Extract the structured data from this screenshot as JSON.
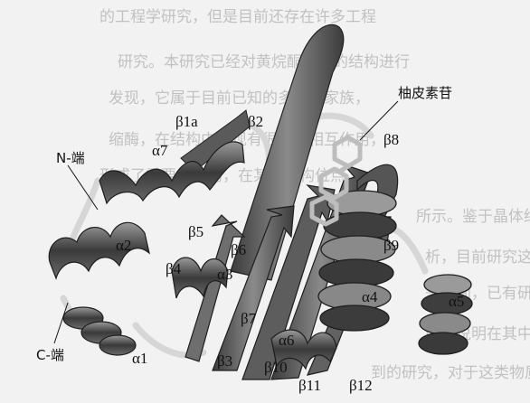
{
  "background_text": {
    "lines": [
      "的工程学研究，但是目前还存在许多工程",
      "研究。本研究已经对黄烷酮合酶的结构进行",
      "发现，它属于目前已知的多个亚家族，",
      "缩酶，在结构中发现有很多的相互作用，",
      "形成了重要的结构，在某些结构位点，",
      "所示。鉴于晶体结构的研究结果，",
      "析，目前研究这些结构与功能的关系，",
      "子空间，已有研究表明，当前",
      "能够说明在其中的研究方法",
      "到的研究，对于这类物质的结构研究"
    ]
  },
  "labels": {
    "ligand": "柚皮素苷",
    "n_terminus": "N-端",
    "c_terminus": "C-端",
    "beta1a": "β1a",
    "beta2": "β2",
    "beta3": "β3",
    "beta4": "β4",
    "beta5": "β5",
    "beta6": "β6",
    "beta7": "β7",
    "beta8": "β8",
    "beta9": "β9",
    "beta10": "β10",
    "beta11": "β11",
    "beta12": "β12",
    "alpha1": "α1",
    "alpha2": "α2",
    "alpha3": "α3",
    "alpha4": "α4",
    "alpha5": "α5",
    "alpha6": "α6",
    "alpha7": "α7"
  },
  "colors": {
    "ribbon_dark": "#4a4a4a",
    "ribbon_mid": "#7a7a7a",
    "ribbon_light": "#cfcfcf",
    "loop": "#d8d8d8",
    "ligand": "#e6e6e6"
  }
}
